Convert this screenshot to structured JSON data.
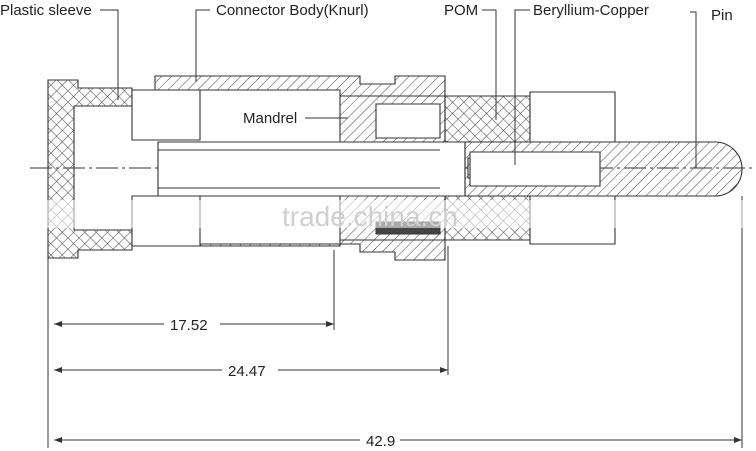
{
  "labels": {
    "plastic_sleeve": "Plastic sleeve",
    "connector_body": "Connector Body(Knurl)",
    "pom": "POM",
    "beryllium_copper": "Beryllium-Copper",
    "pin": "Pin",
    "mandrel": "Mandrel"
  },
  "dimensions": {
    "d1": "17.52",
    "d2": "24.47",
    "d3": "42.9"
  },
  "watermark": "trade.china.cn"
}
